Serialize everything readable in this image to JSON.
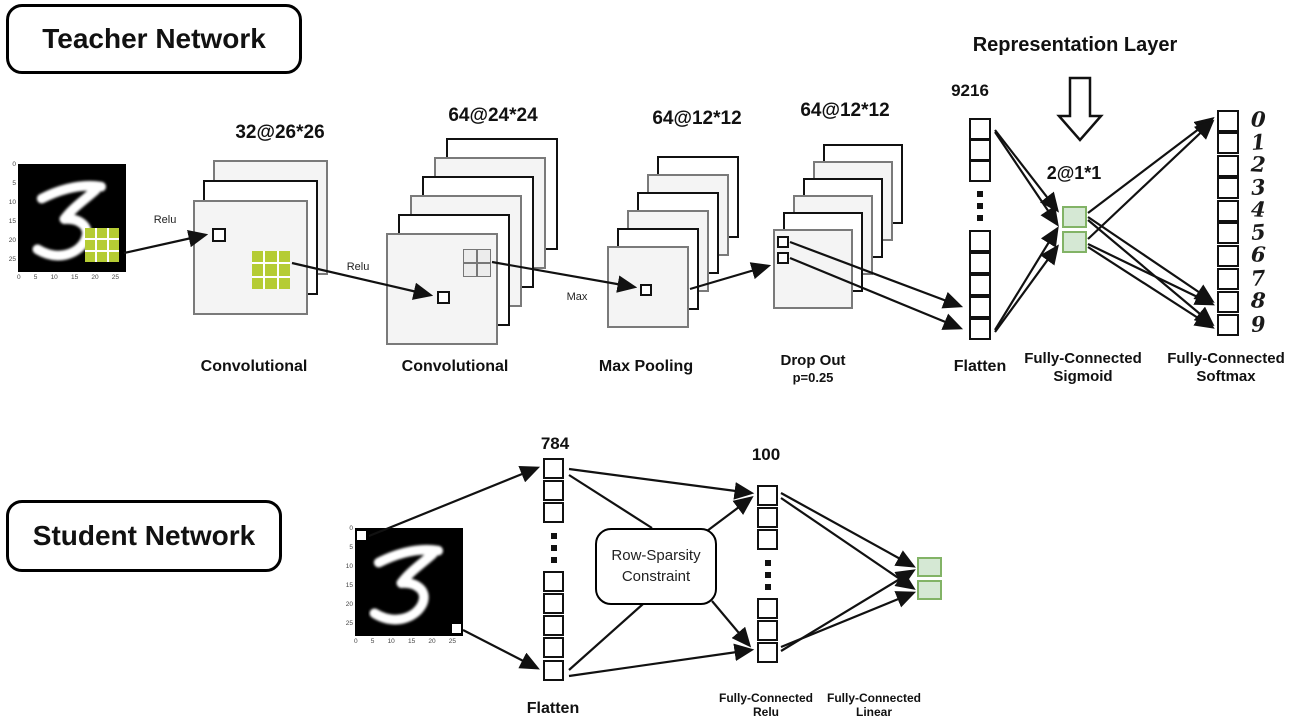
{
  "teacher": {
    "title": "Teacher Network",
    "input_image": {
      "xticks": [
        "0",
        "5",
        "10",
        "15",
        "20",
        "25"
      ],
      "yticks": [
        "0",
        "5",
        "10",
        "15",
        "20",
        "25"
      ]
    },
    "conv1": {
      "dims": "32@26*26",
      "label": "Convolutional"
    },
    "conv2": {
      "dims": "64@24*24",
      "label": "Convolutional"
    },
    "maxpool": {
      "dims": "64@12*12",
      "label": "Max Pooling"
    },
    "dropout": {
      "dims": "64@12*12",
      "label": "Drop Out",
      "sublabel": "p=0.25"
    },
    "edge_labels": {
      "relu1": "Relu",
      "relu2": "Relu",
      "max": "Max"
    },
    "flatten": {
      "count": "9216",
      "label": "Flatten"
    },
    "representation": {
      "title": "Representation Layer",
      "dims": "2@1*1",
      "label": "Fully-Connected",
      "sublabel": "Sigmoid"
    },
    "output": {
      "digits": [
        "0",
        "1",
        "2",
        "3",
        "4",
        "5",
        "6",
        "7",
        "8",
        "9"
      ],
      "label": "Fully-Connected",
      "sublabel": "Softmax"
    }
  },
  "student": {
    "title": "Student Network",
    "input_image": {
      "xticks": [
        "0",
        "5",
        "10",
        "15",
        "20",
        "25"
      ],
      "yticks": [
        "0",
        "5",
        "10",
        "15",
        "20",
        "25"
      ]
    },
    "flatten": {
      "count": "784",
      "label": "Flatten"
    },
    "constraint": [
      "Row-Sparsity",
      "Constraint"
    ],
    "hidden": {
      "count": "100",
      "label": "Fully-Connected",
      "sublabel": "Relu"
    },
    "output": {
      "label": "Fully-Connected",
      "sublabel": "Linear"
    }
  },
  "colors": {
    "kernel_green": "#b5cc34",
    "rep_green_fill": "#d5e8d4",
    "rep_green_border": "#82b366",
    "layer_gray_fill": "#f4f4f4",
    "layer_gray_border": "#7a7a7a",
    "ink": "#111111"
  }
}
